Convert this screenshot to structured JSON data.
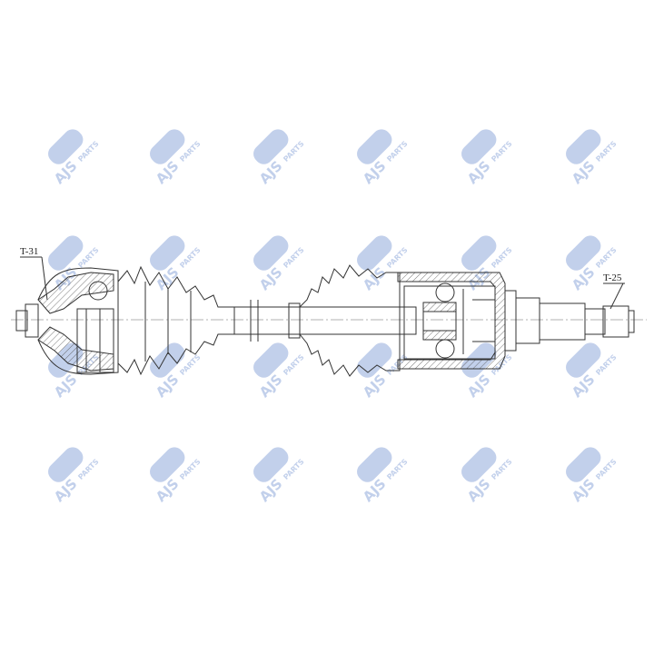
{
  "labels": {
    "left_thread": "T-31",
    "right_thread": "T-25"
  },
  "watermark": {
    "brand": "AJS",
    "sub": "PARTS",
    "color": "#b8c8e8"
  },
  "colors": {
    "line": "#333333",
    "watermark": "#b8c8e8"
  }
}
